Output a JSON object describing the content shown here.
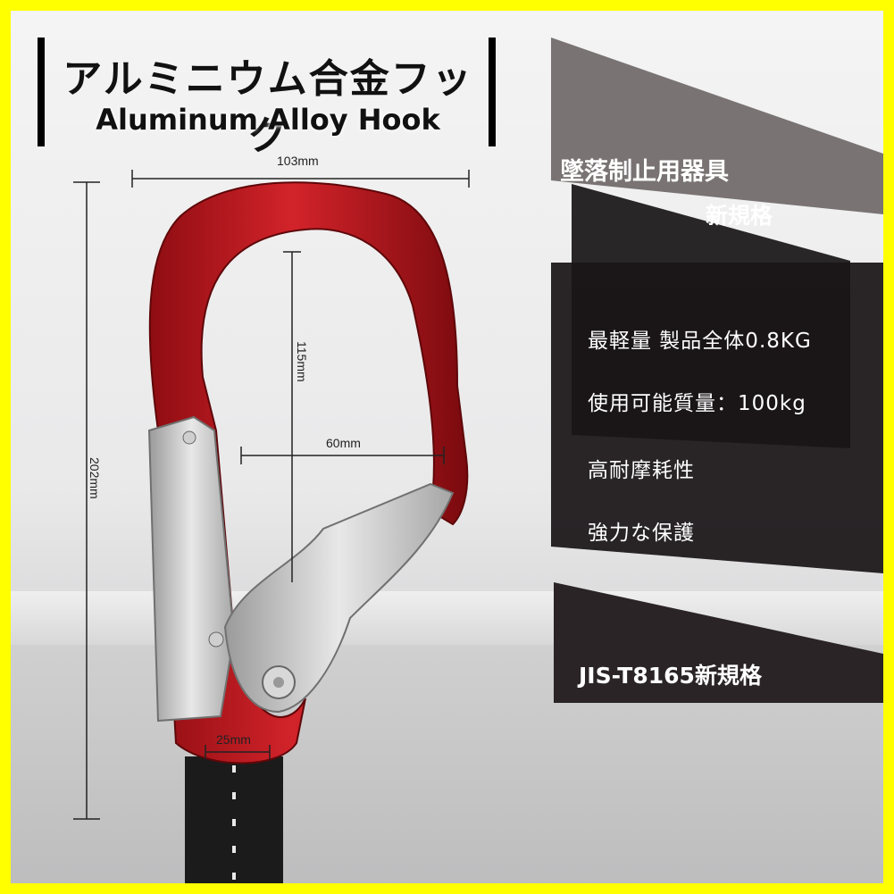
{
  "title": {
    "japanese": "アルミニウム合金フック",
    "english": "Aluminum Alloy Hook"
  },
  "panel": {
    "heading": "墜落制止用器具",
    "subheading": "新規格",
    "features": [
      "最軽量 製品全体0.8KG",
      "使用可能質量：100kg",
      "高耐摩耗性",
      "強力な保護"
    ],
    "standard": "JIS-T8165新規格"
  },
  "dimensions": {
    "width": "103mm",
    "height": "202mm",
    "inner_height": "115mm",
    "opening": "60mm",
    "bottom": "25mm"
  },
  "colors": {
    "frame": "#ffff00",
    "hook_red": "#c4161c",
    "panel_dark": "#1a1618",
    "panel_gray": "#6f6868"
  }
}
